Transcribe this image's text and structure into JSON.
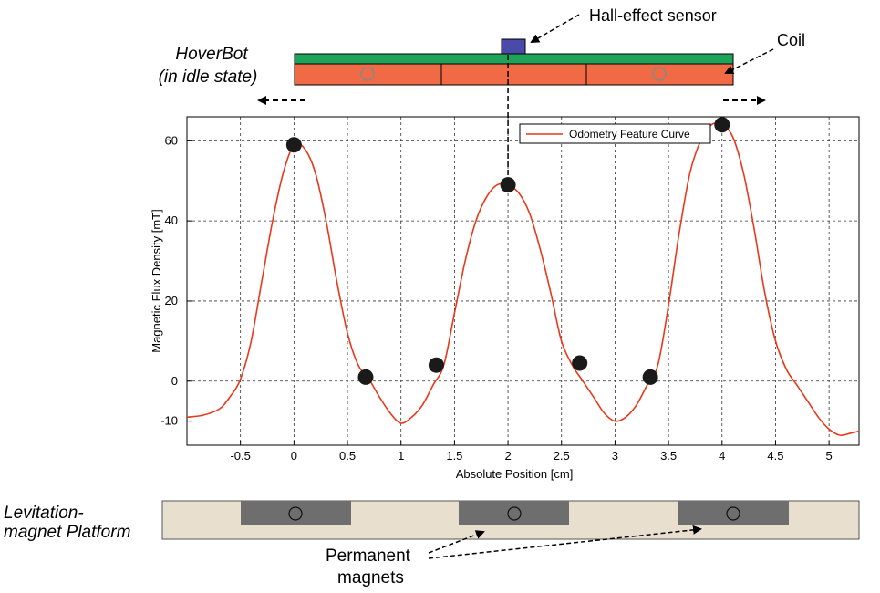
{
  "labels": {
    "hoverbot_line1": "HoverBot",
    "hoverbot_line2": "(in idle state)",
    "hall_sensor": "Hall-effect sensor",
    "coil": "Coil",
    "platform_line1": "Levitation-",
    "platform_line2": "magnet Platform",
    "magnets_line1": "Permanent",
    "magnets_line2": "magnets"
  },
  "colors": {
    "coil_top": "#1ea35a",
    "coil_body": "#f06a45",
    "sensor": "#4a4aa8",
    "platform": "#e9dfcf",
    "magnet": "#6e6e6e",
    "curve": "#e8381a",
    "point": "#1a1a1a"
  },
  "chart_data": {
    "type": "line",
    "xlabel": "Absolute Position [cm]",
    "ylabel": "Magnetic Flux Density [mT]",
    "xlim": [
      -1.0,
      5.28
    ],
    "ylim": [
      -16,
      66
    ],
    "xticks": [
      -0.5,
      0,
      0.5,
      1,
      1.5,
      2,
      2.5,
      3,
      3.5,
      4,
      4.5,
      5
    ],
    "xtick_labels": [
      "-0.5",
      "0",
      "0.5",
      "1",
      "1.5",
      "2",
      "2.5",
      "3",
      "3.5",
      "4",
      "4.5",
      "5"
    ],
    "yticks": [
      -10,
      0,
      20,
      40,
      60
    ],
    "ytick_labels": [
      "-10",
      "0",
      "20",
      "40",
      "60"
    ],
    "grid": true,
    "legend": "top-right",
    "series": [
      {
        "name": "Odometry Feature Curve",
        "x": [
          -1.0,
          -0.85,
          -0.7,
          -0.6,
          -0.5,
          -0.4,
          -0.3,
          -0.2,
          -0.1,
          0.0,
          0.1,
          0.2,
          0.3,
          0.4,
          0.5,
          0.6,
          0.7,
          0.8,
          0.9,
          1.0,
          1.1,
          1.2,
          1.3,
          1.4,
          1.5,
          1.6,
          1.7,
          1.8,
          1.9,
          2.0,
          2.1,
          2.2,
          2.3,
          2.4,
          2.5,
          2.6,
          2.7,
          2.8,
          2.9,
          3.0,
          3.1,
          3.2,
          3.3,
          3.4,
          3.5,
          3.6,
          3.7,
          3.8,
          3.9,
          4.0,
          4.1,
          4.2,
          4.3,
          4.4,
          4.5,
          4.6,
          4.7,
          4.8,
          4.9,
          5.0,
          5.1,
          5.2,
          5.28
        ],
        "y": [
          -9,
          -8.5,
          -7,
          -4,
          0.5,
          10,
          25,
          40,
          52,
          59,
          58,
          52,
          40,
          25,
          12,
          4,
          0.5,
          -4,
          -8,
          -10.5,
          -9,
          -6,
          -1,
          4,
          17,
          30,
          40,
          46,
          49,
          49,
          47,
          42,
          33,
          22,
          10,
          4,
          0,
          -4,
          -8,
          -10,
          -9,
          -6,
          -1,
          4,
          19,
          37,
          52,
          60,
          64,
          64,
          61,
          52,
          38,
          22,
          10,
          3,
          -1,
          -5,
          -9,
          -12,
          -13.5,
          -13,
          -12.5
        ]
      }
    ],
    "points": {
      "x": [
        0,
        0.67,
        1.33,
        2,
        2.67,
        3.33,
        4
      ],
      "y": [
        59,
        1,
        4,
        49,
        4.5,
        1,
        64
      ]
    }
  }
}
